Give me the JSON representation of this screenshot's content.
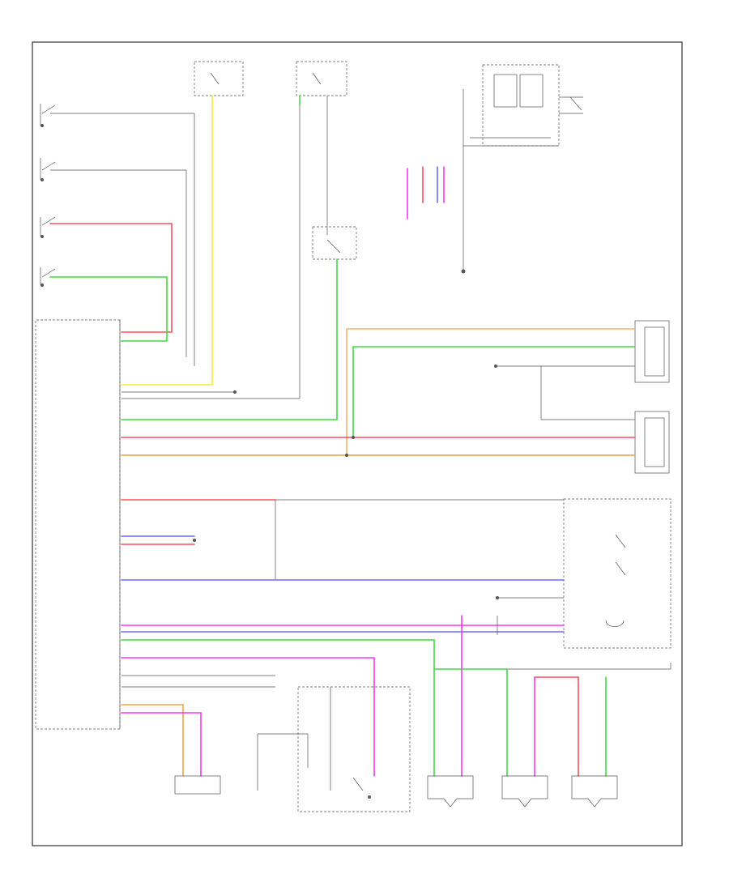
{
  "diagram": {
    "footer_code": "",
    "colors": {
      "frame": "#333333",
      "black_wire": "#555555",
      "red": "#ff4d5e",
      "green": "#3ddc3d",
      "yellow": "#f4ec3c",
      "blue": "#6a6aff",
      "magenta": "#ff33ff",
      "orange": "#ffa040",
      "light_orange": "#ffb070",
      "orange_tan": "#e8a040"
    },
    "components": [
      {
        "id": "body-control-module"
      },
      {
        "id": "passenger-door-lock-switch"
      },
      {
        "id": "driver-door-lock-switch"
      },
      {
        "id": "power-window-switch"
      },
      {
        "id": "key-cylinder-switch"
      },
      {
        "id": "back-door-lock-actuator"
      },
      {
        "id": "passenger-door-lock-actuator"
      },
      {
        "id": "left-rear-door-lock-actuator"
      },
      {
        "id": "right-rear-door-lock-actuator"
      },
      {
        "id": "driver-door-lock-actuator"
      },
      {
        "id": "back-door-opener-switch"
      },
      {
        "id": "fuse-block-a"
      },
      {
        "id": "fuse-block-b"
      },
      {
        "id": "relay-box"
      }
    ],
    "pin_labels": [
      {
        "text": ""
      },
      {
        "text": ""
      },
      {
        "text": ""
      },
      {
        "text": ""
      },
      {
        "text": ""
      },
      {
        "text": ""
      },
      {
        "text": ""
      },
      {
        "text": ""
      },
      {
        "text": ""
      },
      {
        "text": ""
      },
      {
        "text": ""
      },
      {
        "text": ""
      },
      {
        "text": ""
      },
      {
        "text": ""
      },
      {
        "text": ""
      }
    ]
  }
}
